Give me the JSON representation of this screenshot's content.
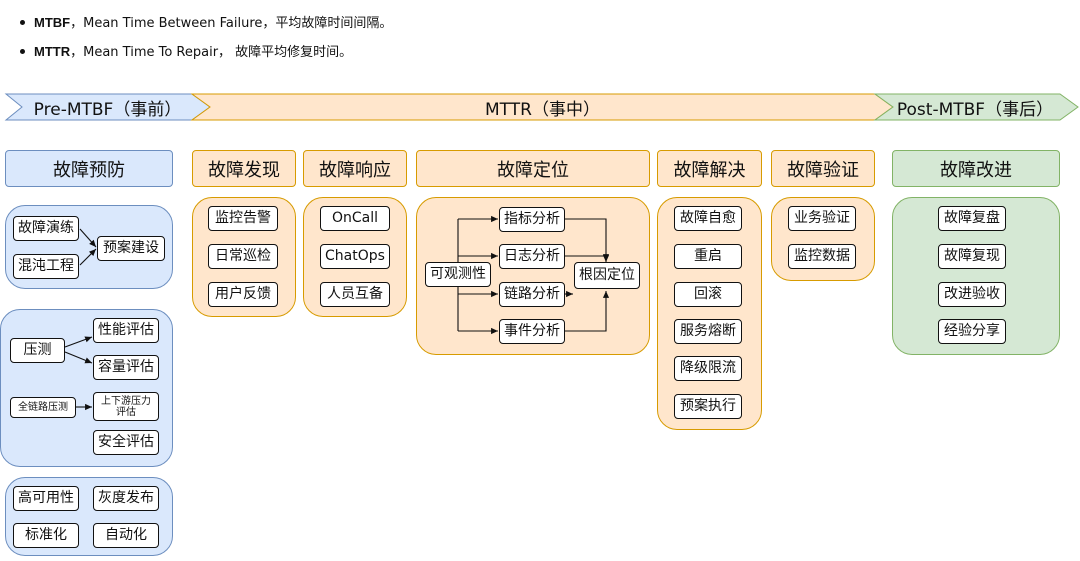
{
  "bullets": [
    {
      "term": "MTBF",
      "text": "，Mean Time Between Failure，平均故障时间间隔。"
    },
    {
      "term": "MTTR",
      "text": "，Mean Time To Repair， 故障平均修复时间。"
    }
  ],
  "phases": {
    "pre": "Pre-MTBF（事前）",
    "mid": "MTTR（事中）",
    "post": "Post-MTBF（事后）"
  },
  "colors": {
    "blue_fill": "#dae8fc",
    "blue_stroke": "#6c8ebf",
    "orange_fill": "#ffe6cc",
    "orange_stroke": "#d79b00",
    "green_fill": "#d5e8d4",
    "green_stroke": "#82b366"
  },
  "prevention": {
    "header": "故障预防",
    "drill": "故障演练",
    "chaos": "混沌工程",
    "plan": "预案建设",
    "stress": "压测",
    "perf": "性能评估",
    "capacity": "容量评估",
    "fulllink": "全链路压测",
    "updown": "上下游压力评估",
    "security": "安全评估",
    "ha": "高可用性",
    "gray": "灰度发布",
    "standard": "标准化",
    "auto": "自动化"
  },
  "discovery": {
    "header": "故障发现",
    "items": [
      "监控告警",
      "日常巡检",
      "用户反馈"
    ]
  },
  "response": {
    "header": "故障响应",
    "items": [
      "OnCall",
      "ChatOps",
      "人员互备"
    ]
  },
  "locate": {
    "header": "故障定位",
    "observability": "可观测性",
    "metrics": "指标分析",
    "logs": "日志分析",
    "trace": "链路分析",
    "events": "事件分析",
    "rootcause": "根因定位"
  },
  "resolve": {
    "header": "故障解决",
    "items": [
      "故障自愈",
      "重启",
      "回滚",
      "服务熔断",
      "降级限流",
      "预案执行"
    ]
  },
  "verify": {
    "header": "故障验证",
    "items": [
      "业务验证",
      "监控数据"
    ]
  },
  "improve": {
    "header": "故障改进",
    "items": [
      "故障复盘",
      "故障复现",
      "改进验收",
      "经验分享"
    ]
  }
}
